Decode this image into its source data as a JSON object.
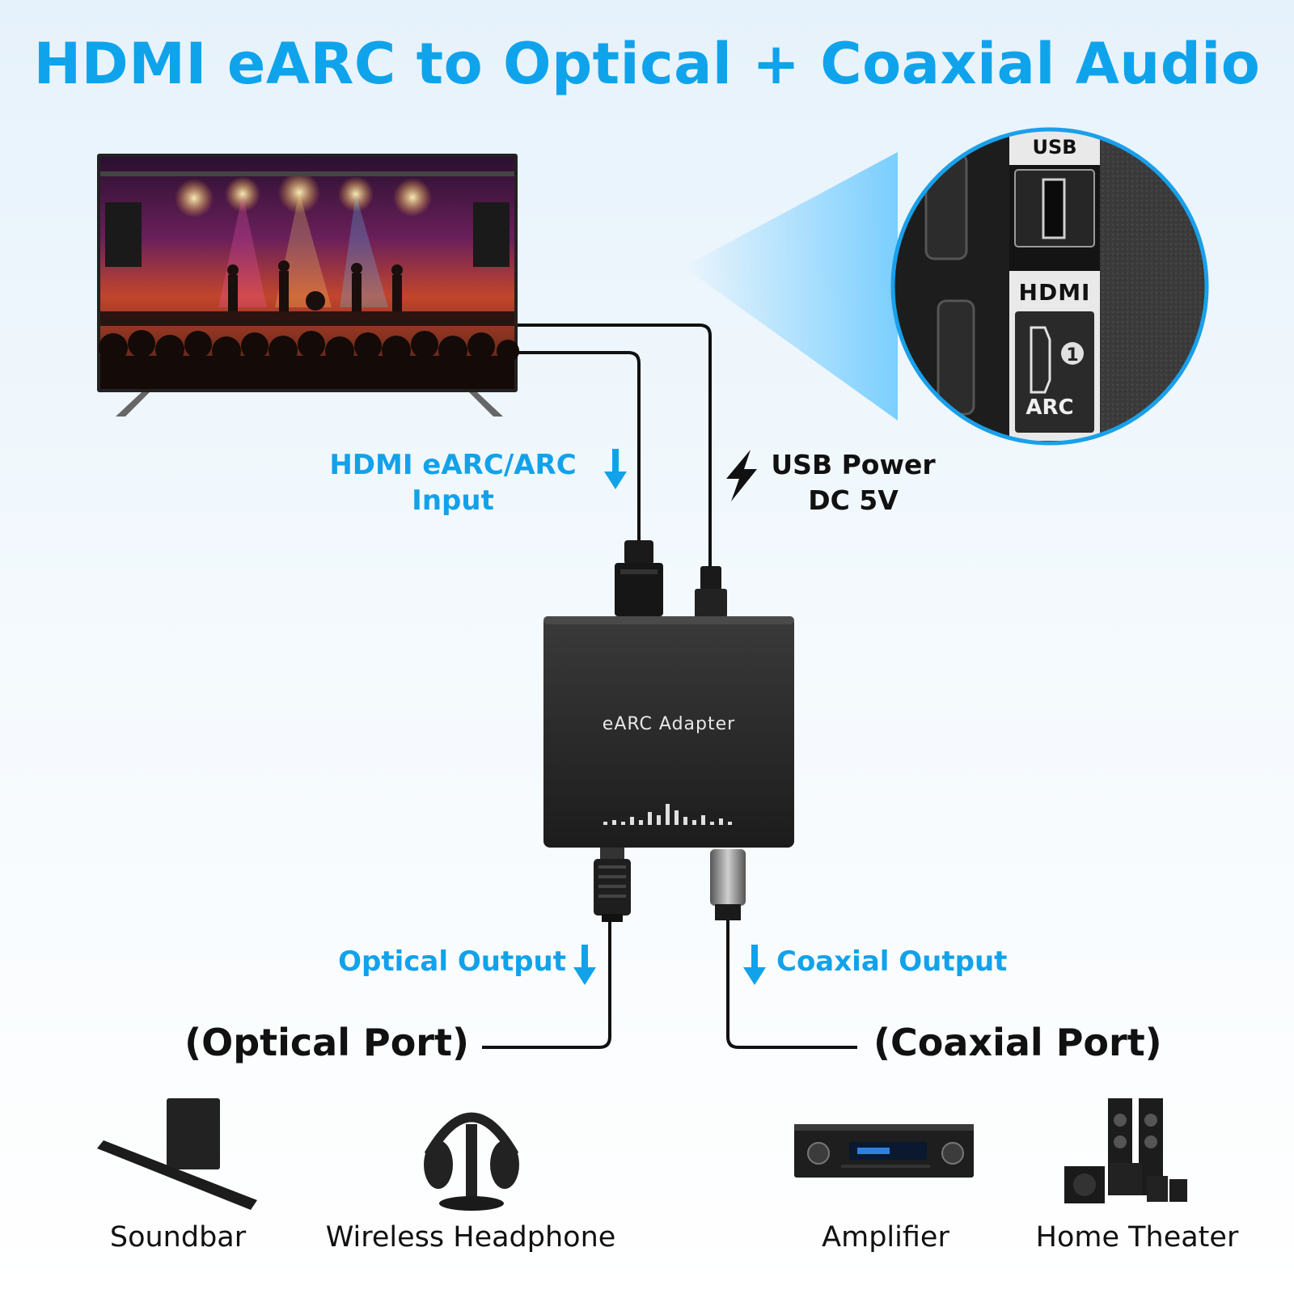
{
  "title": "HDMI eARC to Optical + Coaxial Audio",
  "labels": {
    "hdmi_input_line1": "HDMI eARC/ARC",
    "hdmi_input_line2": "Input",
    "usb_power_line1": "USB Power",
    "usb_power_line2": "DC 5V",
    "optical_output": "Optical Output",
    "coaxial_output": "Coaxial Output",
    "optical_port": "(Optical Port)",
    "coaxial_port": "(Coaxial Port)"
  },
  "adapter": {
    "label": "eARC Adapter"
  },
  "zoom_panel": {
    "usb": "USB",
    "hdmi": "HDMI",
    "port_number": "1",
    "arc": "ARC"
  },
  "devices": [
    {
      "name": "Soundbar"
    },
    {
      "name": "Wireless Headphone"
    },
    {
      "name": "Amplifier"
    },
    {
      "name": "Home Theater"
    }
  ],
  "colors": {
    "accent": "#0fa3ec",
    "cable": "#111111",
    "device": "#2b2b2b"
  }
}
